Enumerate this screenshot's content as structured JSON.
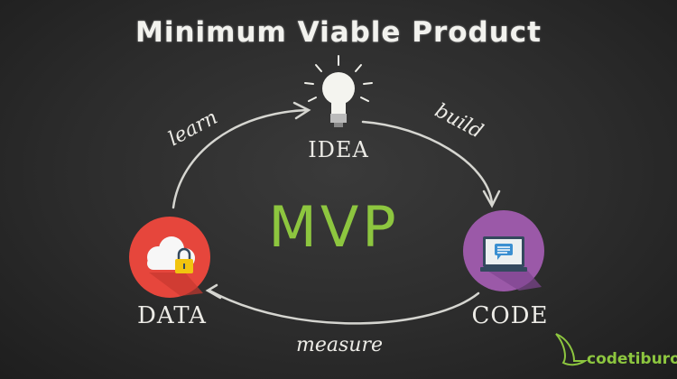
{
  "title": "Minimum Viable Product",
  "center_label": "MVP",
  "nodes": {
    "idea": "IDEA",
    "code": "CODE",
    "data": "DATA"
  },
  "edges": {
    "build": "build",
    "measure": "measure",
    "learn": "learn"
  },
  "brand": "codetiburon",
  "colors": {
    "accent": "#8dc63f",
    "data_circle": "#e6463c",
    "code_circle": "#9b59a8",
    "lock": "#f1c40f"
  }
}
